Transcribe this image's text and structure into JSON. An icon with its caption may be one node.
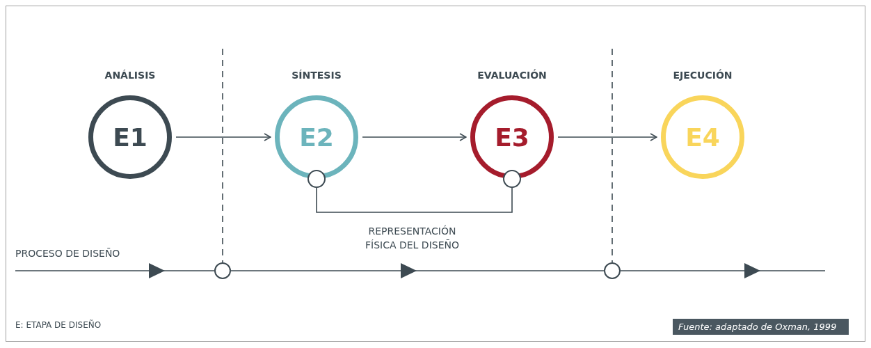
{
  "diagram": {
    "nodes": [
      {
        "text": [
          "ANÁLISIS",
          "E1"
        ]
      },
      {
        "text": [
          "SÍNTESIS",
          "E2"
        ]
      },
      {
        "text": [
          "EVALUACIÓN",
          "E3"
        ]
      },
      {
        "text": [
          "EJECUCIÓN",
          "E4"
        ]
      },
      {
        "text": [],
        "shape": "circle"
      },
      {
        "text": [],
        "shape": "circle"
      },
      {
        "text": [],
        "shape": "circle"
      },
      {
        "text": [],
        "shape": "circle"
      }
    ],
    "edges": [
      {
        "from": 0,
        "to": 1,
        "arrow": "to"
      },
      {
        "from": 1,
        "to": 2,
        "arrow": "to"
      },
      {
        "from": 2,
        "to": 3,
        "arrow": "to"
      },
      {
        "from": 4,
        "to": 5,
        "arrow": "none",
        "label": "REPRESENTACIÓN FÍSICA DEL DISEÑO"
      },
      {
        "from": null,
        "to": 6,
        "arrow": "none",
        "style": "dashed"
      },
      {
        "from": null,
        "to": 7,
        "arrow": "none",
        "style": "dashed"
      }
    ],
    "labels": [
      "PROCESO DE DISEÑO",
      "E: ETAPA DE DISEÑO",
      "Fuente: adaptado de Oxman, 1999"
    ]
  }
}
